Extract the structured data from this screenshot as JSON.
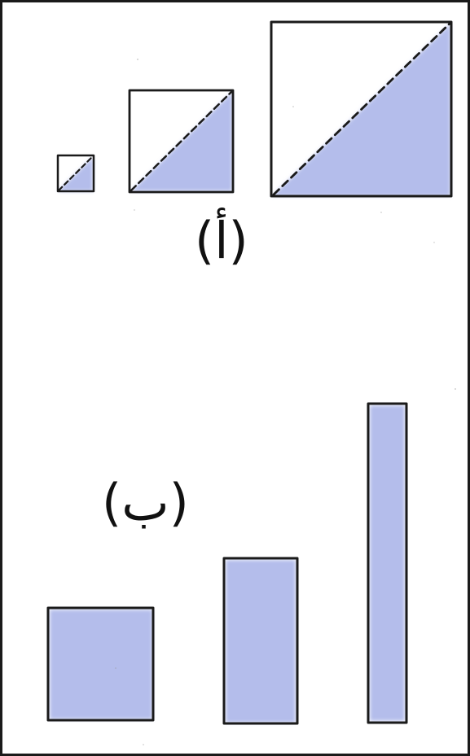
{
  "diagram": {
    "fill_color": "#b4bdeb",
    "stroke_color": "#1a1a1a",
    "group_a": {
      "label": "(أ)",
      "squares": [
        {
          "name": "small-square",
          "relative_size": 1,
          "shaded_half": "lower-right",
          "diagonal": "dashed"
        },
        {
          "name": "medium-square",
          "relative_size": 3,
          "shaded_half": "lower-right",
          "diagonal": "dashed"
        },
        {
          "name": "large-square",
          "relative_size": 5,
          "shaded_half": "lower-right",
          "diagonal": "dashed"
        }
      ]
    },
    "group_b": {
      "label": "(ب)",
      "rectangles": [
        {
          "name": "square-rectangle",
          "shape": "square",
          "filled": true
        },
        {
          "name": "medium-rectangle",
          "shape": "tall",
          "filled": true
        },
        {
          "name": "tall-rectangle",
          "shape": "very-tall",
          "filled": true
        }
      ]
    }
  }
}
